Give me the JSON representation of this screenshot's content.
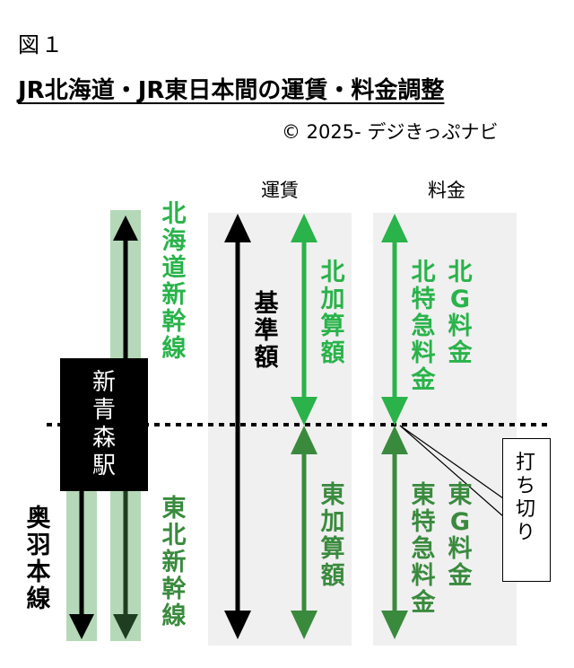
{
  "figure_label": "図１",
  "title": "JR北海道・JR東日本間の運賃・料金調整",
  "copyright": "© 2025- デジきっぷナビ",
  "columns": {
    "fare": "運賃",
    "fee": "料金"
  },
  "station": "新青森駅",
  "lines": {
    "hokkaido_shinkansen": "北海道新幹線",
    "tohoku_shinkansen": "東北新幹線",
    "ou_main_line": "奥羽本線"
  },
  "fare_items": {
    "base": "基準額",
    "north_addition": "北加算額",
    "east_addition": "東加算額"
  },
  "fee_items": {
    "north_express": "北特急料金",
    "east_express": "東特急料金",
    "north_green": "北G料金",
    "east_green": "東G料金"
  },
  "boundary_note": "打ち切り",
  "colors": {
    "light_green": "#29b34a",
    "dark_green": "#3a8a3e",
    "pale_green": "#b5d9b8",
    "panel_gray": "#f0f0f0",
    "black": "#000000"
  }
}
